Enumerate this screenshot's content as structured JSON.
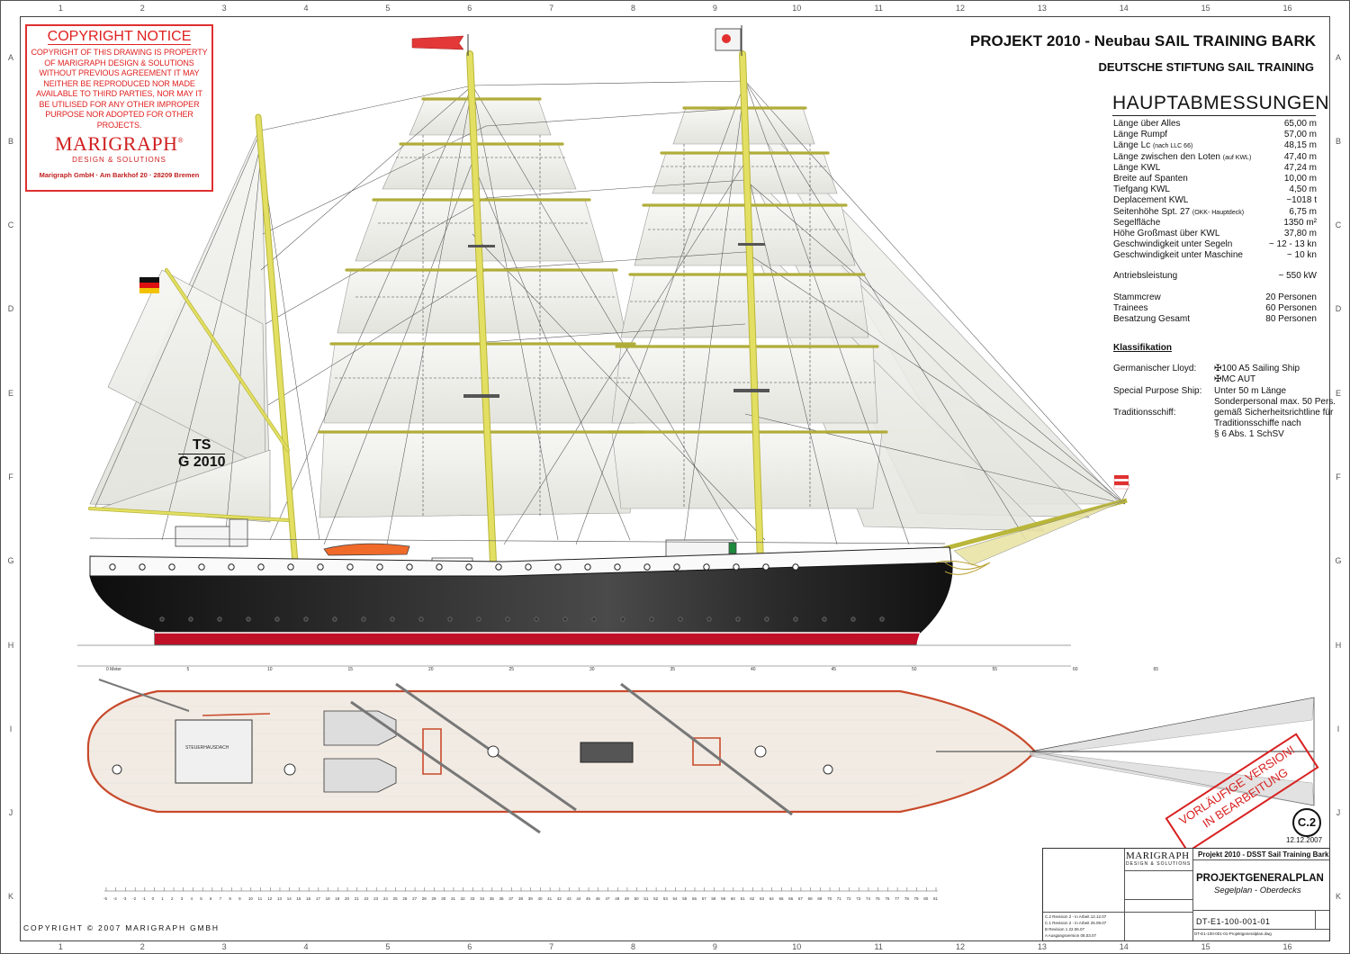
{
  "grid": {
    "cols": [
      "1",
      "2",
      "3",
      "4",
      "5",
      "6",
      "7",
      "8",
      "9",
      "10",
      "11",
      "12",
      "13",
      "14",
      "15",
      "16"
    ],
    "rows": [
      "A",
      "B",
      "C",
      "D",
      "E",
      "F",
      "G",
      "H",
      "I",
      "J",
      "K"
    ]
  },
  "copyright": {
    "title": "COPYRIGHT NOTICE",
    "text": "COPYRIGHT OF THIS DRAWING IS PROPERTY OF MARIGRAPH DESIGN & SOLUTIONS WITHOUT PREVIOUS AGREEMENT IT MAY NEITHER BE REPRODUCED NOR MADE AVAILABLE TO THIRD PARTIES, NOR MAY IT BE UTILISED FOR ANY OTHER IMPROPER PURPOSE NOR ADOPTED FOR OTHER PROJECTS.",
    "logo": "MARIGRAPH",
    "logo_sub": "DESIGN & SOLUTIONS",
    "address": "Marigraph GmbH · Am Barkhof 20 · 28209 Bremen"
  },
  "header": {
    "title": "PROJEKT 2010 - Neubau SAIL TRAINING BARK",
    "subtitle": "DEUTSCHE STIFTUNG SAIL TRAINING"
  },
  "dimensions": {
    "heading": "HAUPTABMESSUNGEN",
    "rows": [
      {
        "label": "Länge über Alles",
        "note": "",
        "value": "65,00 m"
      },
      {
        "label": "Länge Rumpf",
        "note": "",
        "value": "57,00 m"
      },
      {
        "label": "Länge Lc",
        "note": "(nach LLC 66)",
        "value": "48,15 m"
      },
      {
        "label": "Länge zwischen den Loten",
        "note": "(auf KWL)",
        "value": "47,40 m"
      },
      {
        "label": "Länge KWL",
        "note": "",
        "value": "47,24 m"
      },
      {
        "label": "Breite auf Spanten",
        "note": "",
        "value": "10,00 m"
      },
      {
        "label": "Tiefgang KWL",
        "note": "",
        "value": "4,50 m"
      },
      {
        "label": "Deplacement KWL",
        "note": "",
        "value": "~1018 t"
      },
      {
        "label": "Seitenhöhe Spt. 27",
        "note": "(OKK- Hauptdeck)",
        "value": "6,75 m"
      },
      {
        "label": "Segelfläche",
        "note": "",
        "value": "1350 m²"
      },
      {
        "label": "Höhe Großmast über KWL",
        "note": "",
        "value": "37,80 m"
      },
      {
        "label": "Geschwindigkeit unter Segeln",
        "note": "",
        "value": "~ 12 - 13 kn"
      },
      {
        "label": "Geschwindigkeit unter Maschine",
        "note": "",
        "value": "~ 10 kn"
      }
    ],
    "power_label": "Antriebsleistung",
    "power_value": "~ 550 kW",
    "crew": [
      {
        "label": "Stammcrew",
        "value": "20 Personen"
      },
      {
        "label": "Trainees",
        "value": "60 Personen"
      },
      {
        "label": "Besatzung Gesamt",
        "value": "80 Personen"
      }
    ]
  },
  "klassifikation": {
    "heading": "Klassifikation",
    "gl_label": "Germanischer Lloyd:",
    "gl_1": "✠100 A5 Sailing Ship",
    "gl_2": "✠MC AUT",
    "sp_label": "Special Purpose Ship:",
    "sp_1": "Unter 50 m Länge",
    "sp_2": "Sonderpersonal max. 50 Pers.",
    "tr_label": "Traditionsschiff:",
    "tr_1": "gemäß Sicherheitsrichtline für",
    "tr_2": "Traditionsschiffe nach",
    "tr_3": "§ 6 Abs. 1 SchSV"
  },
  "ship": {
    "sail_number_1": "TS",
    "sail_number_2": "G 2010",
    "scale_top": [
      "0 Meter",
      "5",
      "10",
      "15",
      "20",
      "25",
      "30",
      "35",
      "40",
      "45",
      "50",
      "55",
      "60",
      "65"
    ],
    "scale_bottom": [
      "-5",
      "-4",
      "-3",
      "-2",
      "-1",
      "0",
      "1",
      "2",
      "3",
      "4",
      "5",
      "6",
      "7",
      "8",
      "9",
      "10",
      "11",
      "12",
      "13",
      "14",
      "15",
      "16",
      "17",
      "18",
      "19",
      "20",
      "21",
      "22",
      "23",
      "24",
      "25",
      "26",
      "27",
      "28",
      "29",
      "30",
      "31",
      "32",
      "33",
      "34",
      "35",
      "36",
      "37",
      "38",
      "39",
      "40",
      "41",
      "42",
      "43",
      "44",
      "45",
      "46",
      "47",
      "48",
      "49",
      "50",
      "51",
      "52",
      "53",
      "54",
      "55",
      "56",
      "57",
      "58",
      "59",
      "60",
      "61",
      "62",
      "63",
      "64",
      "65",
      "66",
      "67",
      "68",
      "69",
      "70",
      "71",
      "72",
      "73",
      "74",
      "75",
      "76",
      "77",
      "78",
      "79",
      "80",
      "81"
    ],
    "deck_label": "STEUERHAUSDACH"
  },
  "stamp": {
    "line1": "VORLÄUFIGE VERSION!",
    "line2": "IN BEARBEITUNG"
  },
  "revision": {
    "code": "C.2",
    "date": "12.12.2007"
  },
  "title_block": {
    "logo": "MARIGRAPH",
    "logo_sub": "DESIGN & SOLUTIONS",
    "project": "Projekt 2010 - DSST Sail Training Bark",
    "plan_title": "PROJEKTGENERALPLAN",
    "plan_sub": "Segelplan - Oberdecks",
    "drawing_no": "DT-E1-100-001-01",
    "file": "DT-E1-100-001-01-Projektgeneralplan.dwg",
    "revisions": [
      {
        "code": "C.2",
        "text": "Revision 2 - in Arbeit",
        "date": "12.12.07"
      },
      {
        "code": "C.1",
        "text": "Revision 2 - in Arbeit",
        "date": "25.09.07"
      },
      {
        "code": "B",
        "text": "Revision 1",
        "date": "22.06.07"
      },
      {
        "code": "A",
        "text": "Ausgangsversion",
        "date": "08.03.07"
      }
    ]
  },
  "footer": "COPYRIGHT © 2007 MARIGRAPH GMBH",
  "colors": {
    "hull": "#1b1b1b",
    "boottop": "#c01028",
    "mast": "#e2df62",
    "sail": "#f3f3ef",
    "deck": "#f2ebe3",
    "stamp": "#d82020"
  }
}
